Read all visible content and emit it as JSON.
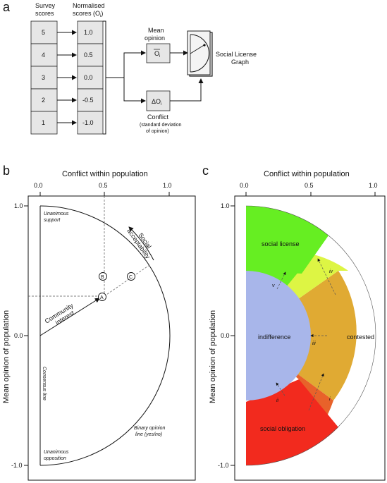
{
  "panel_a": {
    "letter": "a",
    "survey_header": "Survey\nscores",
    "normalised_header": "Normalised\nscores (O",
    "normalised_header_sub": "i",
    "normalised_header_end": ")",
    "survey_scores": [
      "5",
      "4",
      "3",
      "2",
      "1"
    ],
    "normalised_scores": [
      "1.0",
      "0.5",
      "0.0",
      "-0.5",
      "-1.0"
    ],
    "mean_title": "Mean\nopinion",
    "mean_symbol": "O",
    "mean_symbol_sub": "i",
    "conflict_symbol": "ΔO",
    "conflict_symbol_sub": "i",
    "conflict_title": "Conflict",
    "conflict_subtitle": "(standard deviation\nof opinion)",
    "graph_label": "Social License\nGraph"
  },
  "panel_b": {
    "letter": "b",
    "x_title": "Conflict within population",
    "y_title": "Mean opinion of population",
    "x_ticks": [
      "0.0",
      "0.5",
      "1.0"
    ],
    "y_ticks": [
      "1.0",
      "0.0",
      "-1.0"
    ],
    "unanimous_support": "Unanimous\nsupport",
    "unanimous_opposition": "Unanimous\nopposition",
    "consensus_line": "Consensus line",
    "binary_line": "Binary opinion\nline (yes/no)",
    "community_interest": "Community\ninterest",
    "social_acceptability": "Social\nacceptability",
    "points": [
      "A",
      "B",
      "C"
    ]
  },
  "panel_c": {
    "letter": "c",
    "x_title": "Conflict within population",
    "y_title": "Mean opinion of population",
    "x_ticks": [
      "0.0",
      "0.5",
      "1.0"
    ],
    "y_ticks": [
      "1.0",
      "0.0",
      "-1.0"
    ],
    "regions": {
      "social_license": "social license",
      "contested": "contested",
      "indifference": "indifference",
      "social_obligation": "social obligation"
    },
    "transitions": [
      "i",
      "ii",
      "iii",
      "iv",
      "v"
    ],
    "colors": {
      "social_license": "#66ee22",
      "light_green": "#ddf544",
      "contested": "#e0aa33",
      "orange": "#e8622a",
      "social_obligation": "#f22a1e",
      "indifference": "#a8b6ea"
    }
  }
}
